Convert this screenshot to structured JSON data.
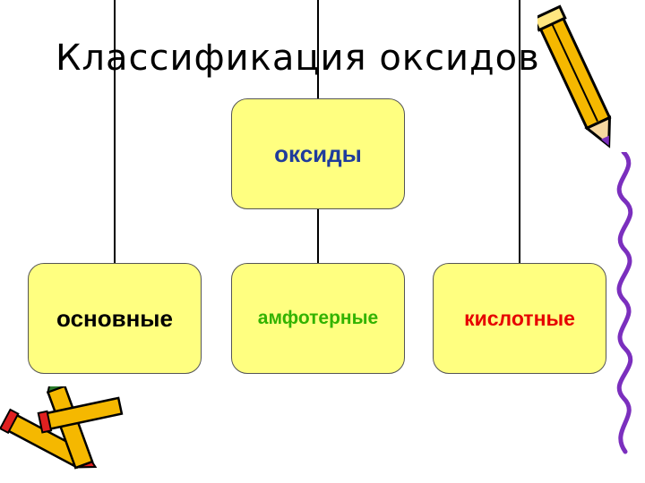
{
  "title": "Классификация оксидов",
  "diagram": {
    "root": {
      "label": "оксиды",
      "color": "#1f3c9c"
    },
    "children": [
      {
        "label": "основные",
        "color": "#000000"
      },
      {
        "label": "амфотерные",
        "color": "#33b300"
      },
      {
        "label": "кислотные",
        "color": "#e60000"
      }
    ],
    "box_fill": "#ffff80"
  },
  "decorations": {
    "icons": [
      "pencil-icon",
      "crayons-icon",
      "squiggle-border-icon"
    ],
    "accent_colors": [
      "#f5b800",
      "#7b2fbe",
      "#2a7a2a",
      "#e02020"
    ]
  }
}
